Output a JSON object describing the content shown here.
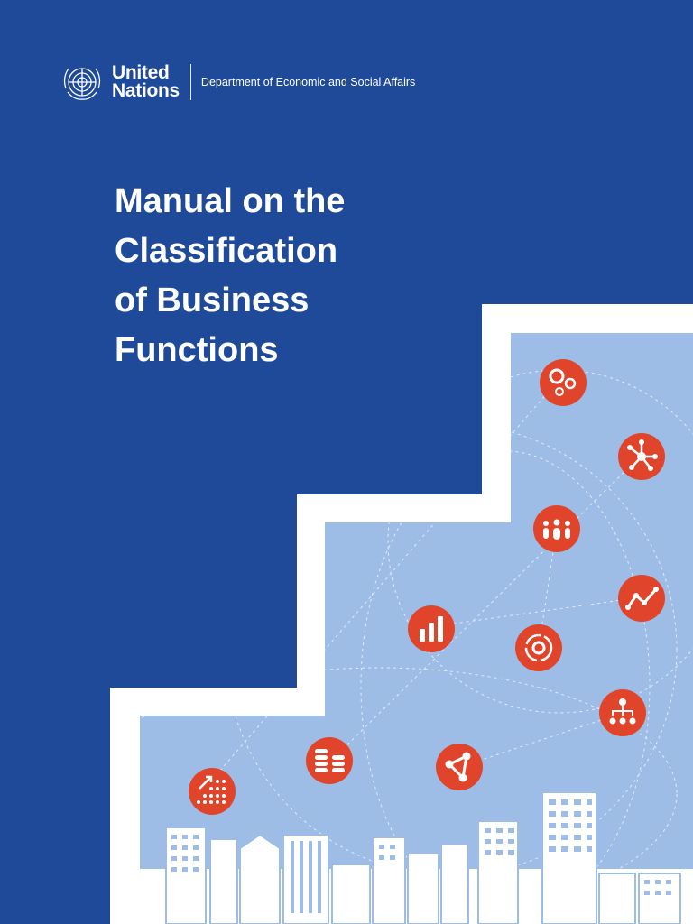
{
  "header": {
    "org_line1": "United",
    "org_line2": "Nations",
    "department": "Department of Economic and Social Affairs",
    "emblem_icon": "un-emblem-icon"
  },
  "title_lines": [
    "Manual on the",
    "Classification",
    "of Business",
    "Functions"
  ],
  "colors": {
    "background": "#1f4a9a",
    "panel": "#9dbde6",
    "icon_circle": "#e0452b",
    "white": "#ffffff"
  },
  "icons": [
    "gears-icon",
    "network-icon",
    "people-icon",
    "trend-line-icon",
    "bar-chart-icon",
    "refresh-gear-icon",
    "hierarchy-icon",
    "coins-icon",
    "share-icon",
    "growth-dots-icon"
  ]
}
